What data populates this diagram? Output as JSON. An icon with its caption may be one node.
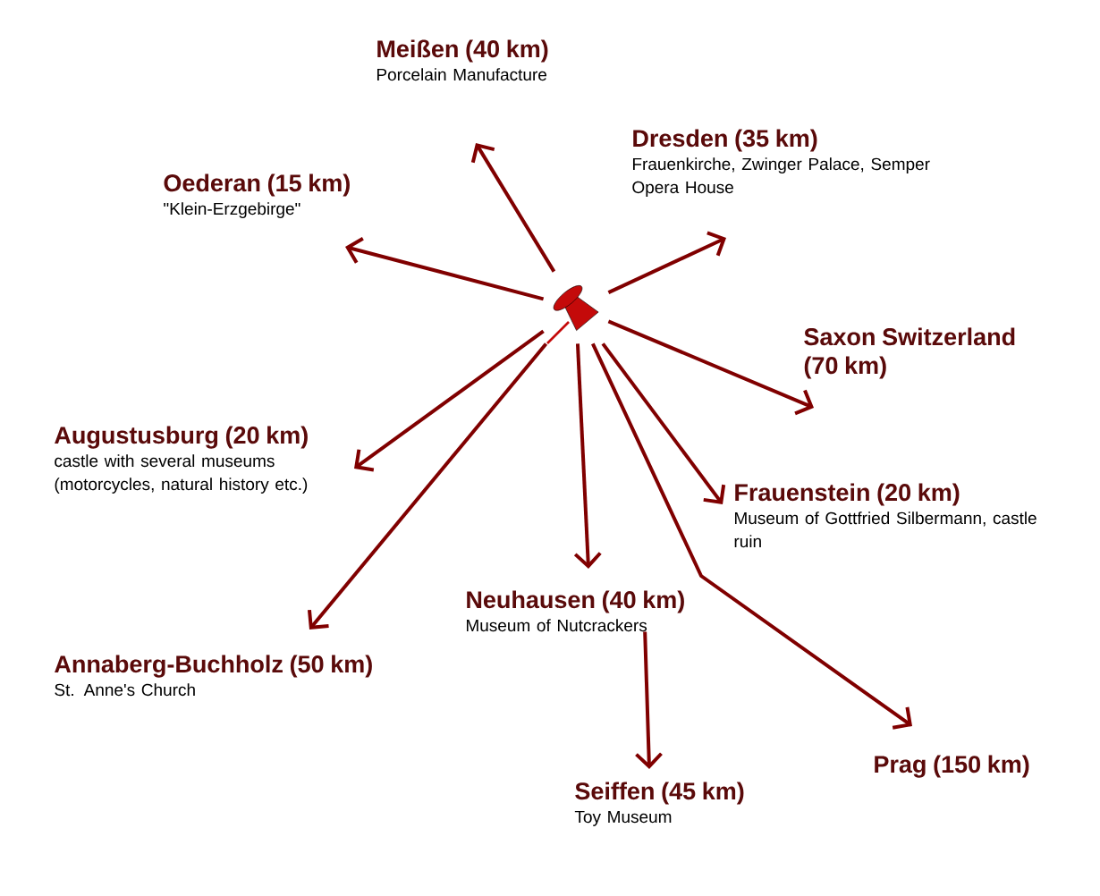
{
  "diagram": {
    "nodes": [
      {
        "text": [],
        "shape": "picture"
      },
      {
        "text": [
          "Meißen (40 km)",
          "Porcelain Manufacture"
        ]
      },
      {
        "text": [
          "Dresden (35 km)",
          "Frauenkirche, Zwinger Palace, Semper Opera House"
        ]
      },
      {
        "text": [
          "Oederan (15 km)",
          "\"Klein-Erzgebirge\""
        ]
      },
      {
        "text": [
          "Saxon Switzerland (70 km)"
        ]
      },
      {
        "text": [
          "Augustusburg (20 km)",
          "castle with several museums (motorcycles, natural history etc.)"
        ]
      },
      {
        "text": [
          "Frauenstein (20 km)",
          "Museum of Gottfried Silbermann, castle ruin"
        ]
      },
      {
        "text": [
          "Neuhausen (40 km)",
          "Museum of Nutcrackers"
        ]
      },
      {
        "text": [
          "Annaberg-Buchholz (50 km)",
          "St. Anne's Church"
        ]
      },
      {
        "text": [
          "Prag (150 km)"
        ]
      },
      {
        "text": [
          "Seiffen (45 km)",
          "Toy Museum"
        ]
      }
    ],
    "edges": [
      {
        "from": 0,
        "to": 1,
        "arrow": "to"
      },
      {
        "from": 0,
        "to": 2,
        "arrow": "to"
      },
      {
        "from": 0,
        "to": 3,
        "arrow": "to"
      },
      {
        "from": 0,
        "to": 4,
        "arrow": "to"
      },
      {
        "from": 0,
        "to": 5,
        "arrow": "to"
      },
      {
        "from": 0,
        "to": 6,
        "arrow": "to"
      },
      {
        "from": 0,
        "to": 7,
        "arrow": "to"
      },
      {
        "from": 0,
        "to": 8,
        "arrow": "to"
      },
      {
        "from": 0,
        "to": 9,
        "arrow": "to"
      },
      {
        "from": 7,
        "to": 10,
        "arrow": "to"
      }
    ]
  }
}
